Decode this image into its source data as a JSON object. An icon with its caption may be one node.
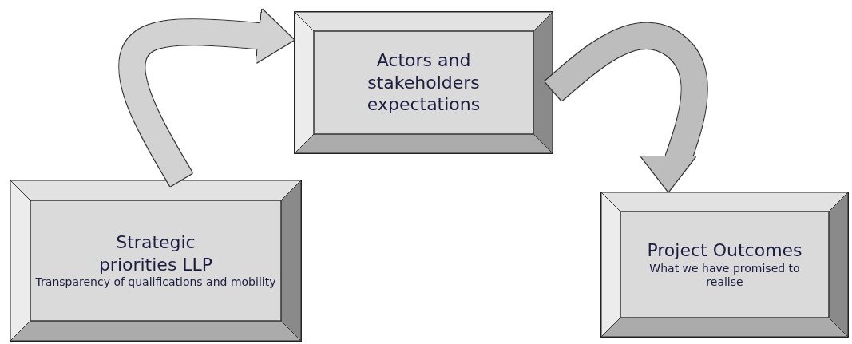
{
  "diagram": {
    "nodes": [
      {
        "text": [
          "Strategic priorities LLP",
          "Transparency of qualifications and mobility"
        ]
      },
      {
        "text": [
          "Actors and stakeholders expectations"
        ]
      },
      {
        "text": [
          "Project Outcomes",
          "What we have promised to realise"
        ]
      }
    ],
    "edges": [
      {
        "from": 0,
        "to": 1,
        "arrow": "to"
      },
      {
        "from": 1,
        "to": 2,
        "arrow": "to"
      }
    ]
  }
}
